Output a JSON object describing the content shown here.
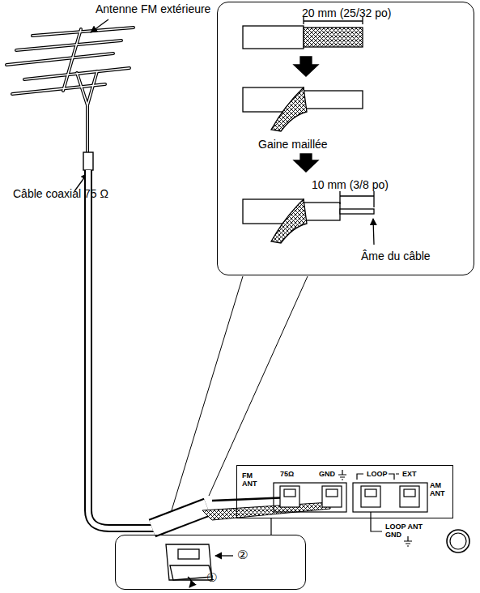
{
  "diagram": {
    "nodes": [
      {
        "text": [
          "20 mm (25/32 po)",
          "Gaine maillée",
          "10 mm (3/8 po)",
          "Âme du câble"
        ]
      },
      {
        "text": [
          "FM ANT",
          "75Ω",
          "GND",
          "LOOP",
          "EXT",
          "AM ANT"
        ]
      },
      {
        "text": [
          "②",
          "①"
        ]
      }
    ],
    "edges": [
      {
        "from": 1,
        "to": 2,
        "arrow": "none"
      }
    ],
    "labels": [
      "Antenne FM extérieure",
      "Câble coaxial 75 Ω",
      "LOOP ANT GND"
    ]
  }
}
